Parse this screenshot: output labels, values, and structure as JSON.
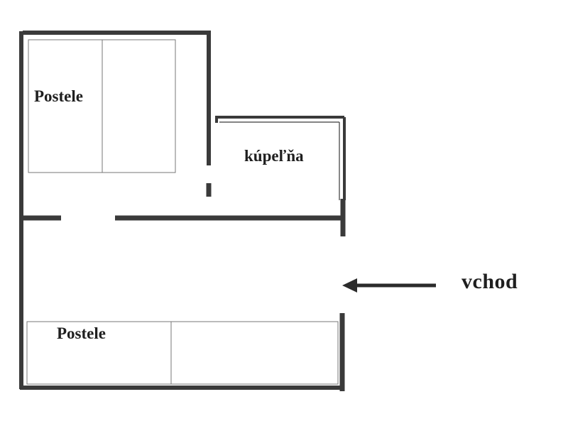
{
  "plan": {
    "labels": {
      "bedroom_top": "Postele",
      "bedroom_bottom": "Postele",
      "bathroom": "kúpeľňa",
      "entrance": "vchod"
    },
    "colors": {
      "wall": "#3a3a3a",
      "furniture": "#777777",
      "text": "#1f1f1f",
      "background": "#ffffff"
    }
  }
}
